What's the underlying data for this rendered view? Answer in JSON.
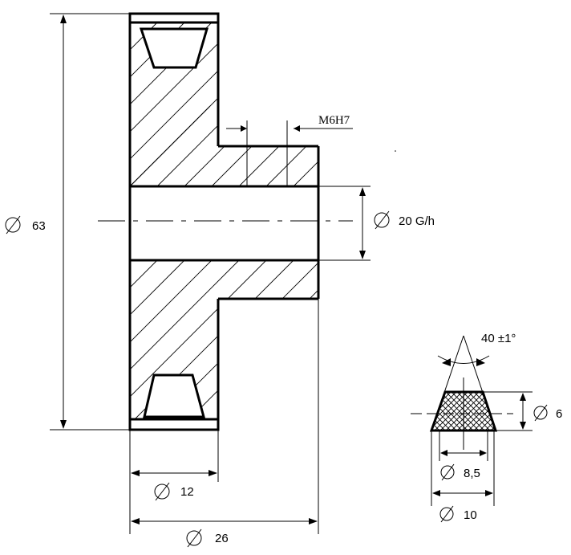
{
  "drawing": {
    "dimensions": {
      "outer_diameter": "63",
      "bore_diameter": "20 G/h",
      "thread": "M6H7",
      "hub_width": "12",
      "total_width": "26",
      "belt_angle": "40 ±1°",
      "belt_height": "6",
      "belt_inner_width": "8,5",
      "belt_outer_width": "10"
    }
  }
}
